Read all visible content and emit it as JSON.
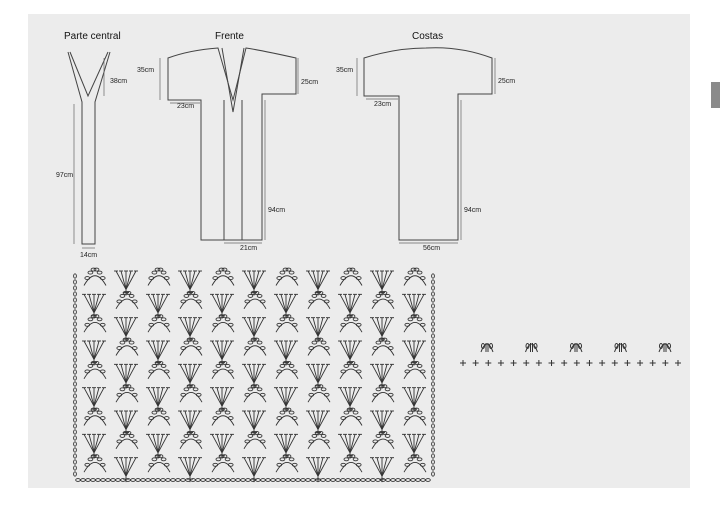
{
  "pattern_sheet": {
    "pieces": [
      {
        "title": "Parte central",
        "dims": [
          "38cm",
          "97cm",
          "14cm"
        ]
      },
      {
        "title": "Frente",
        "dims": [
          "35cm",
          "25cm",
          "23cm",
          "94cm",
          "21cm"
        ]
      },
      {
        "title": "Costas",
        "dims": [
          "35cm",
          "25cm",
          "23cm",
          "94cm",
          "56cm"
        ]
      }
    ]
  },
  "colors": {
    "background": "#ececec",
    "line": "#444444",
    "stitch": "#333333"
  },
  "icons": [
    "shell-stitch-chart-icon",
    "edging-stitch-chart-icon"
  ]
}
